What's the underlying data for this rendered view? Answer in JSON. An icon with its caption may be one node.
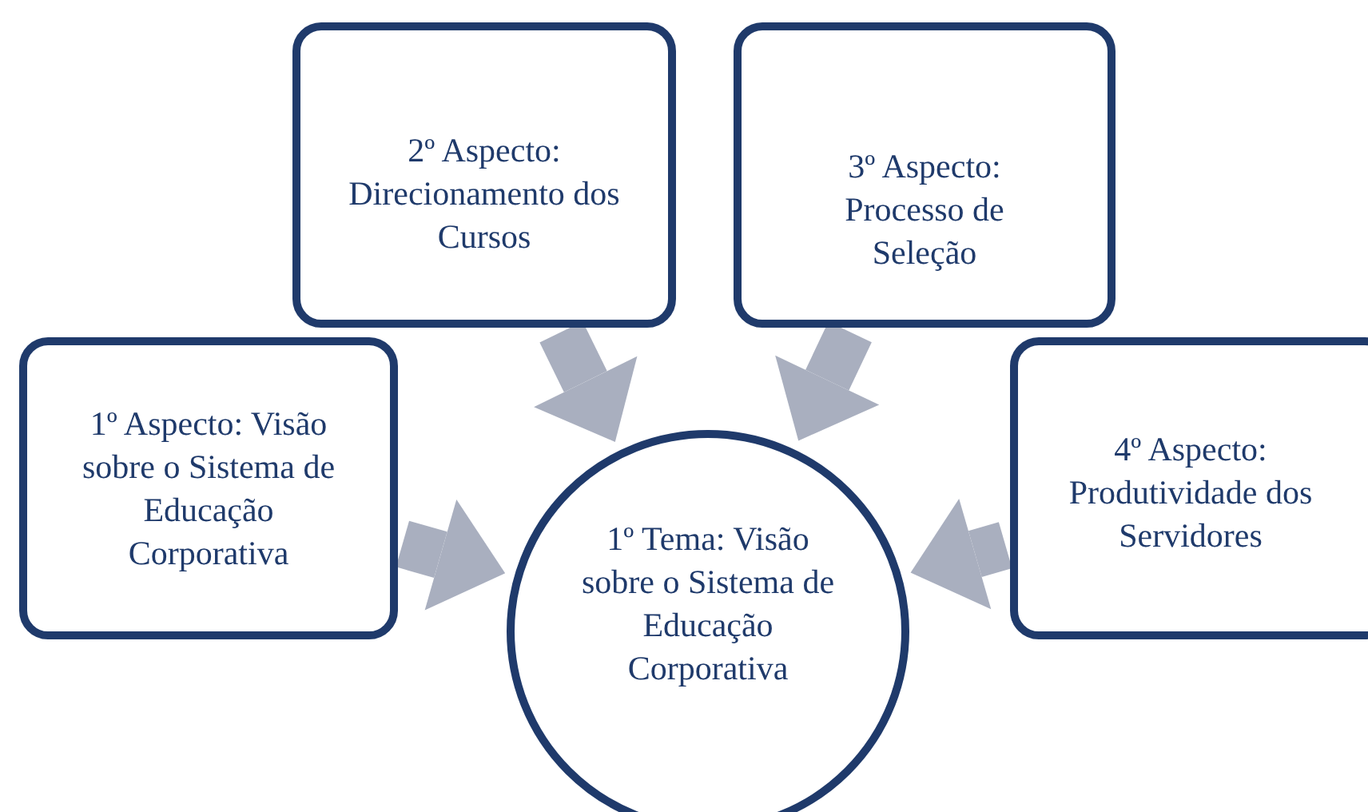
{
  "diagram": {
    "nodes": [
      {
        "text": [
          "2º Aspecto: Direcionamento dos Cursos"
        ]
      },
      {
        "text": [
          "3º Aspecto: Processo de Seleção"
        ]
      },
      {
        "text": [
          "1º Aspecto: Visão sobre o Sistema de Educação Corporativa"
        ]
      },
      {
        "text": [
          "1º Tema: Visão sobre o Sistema de Educação Corporativa"
        ]
      },
      {
        "text": [
          "4º Aspecto: Produtividade dos Servidores"
        ]
      }
    ],
    "edges": [
      {
        "from": 0,
        "to": 3,
        "arrow": "to",
        "color": "#a9afbf"
      },
      {
        "from": 1,
        "to": 3,
        "arrow": "to",
        "color": "#a9afbf"
      },
      {
        "from": 2,
        "to": 3,
        "arrow": "to",
        "color": "#a9afbf"
      },
      {
        "from": 4,
        "to": 3,
        "arrow": "to",
        "color": "#a9afbf"
      }
    ]
  }
}
